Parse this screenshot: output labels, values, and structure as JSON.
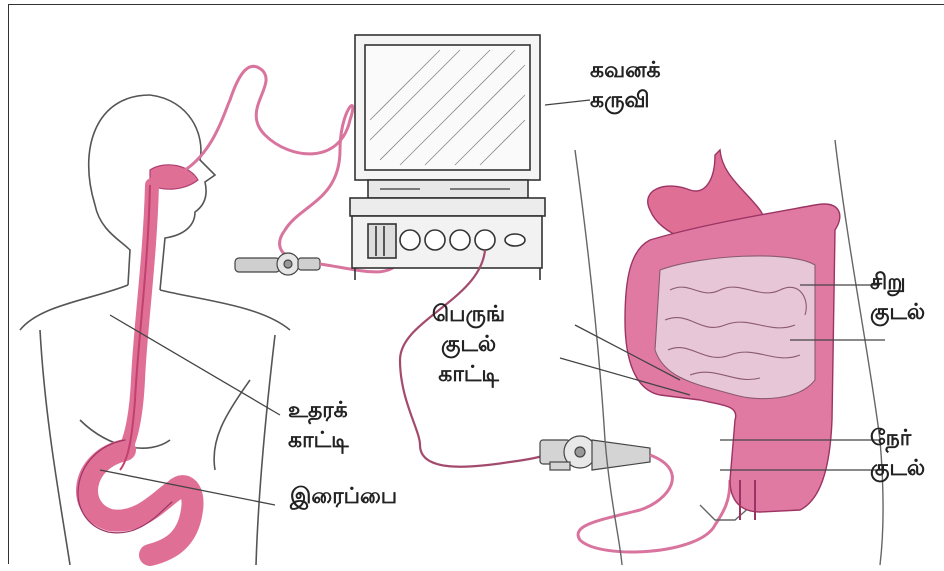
{
  "colors": {
    "organ": "#e06f96",
    "organ_dark": "#c0406f",
    "intestine": "#d98fb4",
    "intestine_light": "#e8b8d0",
    "outline": "#444444"
  },
  "labels": {
    "monitor": [
      "கவனக்",
      "கருவி"
    ],
    "colonoscope": [
      "பெருங்",
      "குடல்",
      "காட்டி"
    ],
    "small_intestine": [
      "சிறு",
      "குடல்"
    ],
    "gastroscope": [
      "உதரக்",
      "காட்டி"
    ],
    "rectum": [
      "நேர்",
      "குடல்"
    ],
    "stomach": [
      "இரைப்பை"
    ]
  }
}
